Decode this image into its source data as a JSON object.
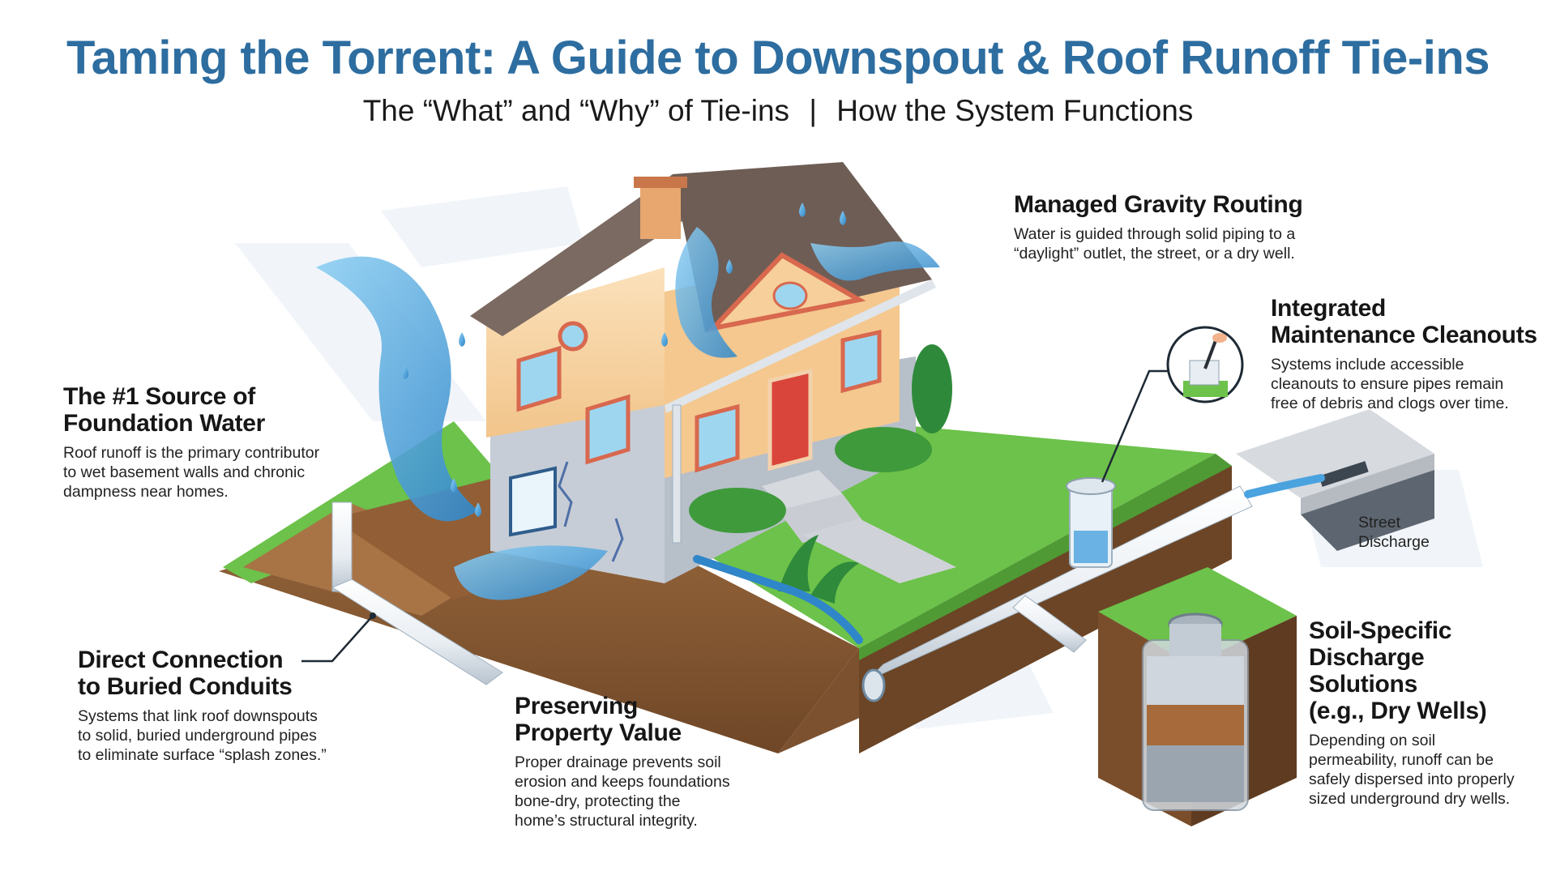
{
  "title": "Taming the Torrent: A Guide to Downspout & Roof Runoff Tie-ins",
  "subtitle": {
    "left": "The “What” and “Why” of Tie-ins",
    "separator": "|",
    "right": "How the System Functions"
  },
  "callouts": {
    "source": {
      "heading": [
        "The #1 Source of",
        "Foundation Water"
      ],
      "body": [
        "Roof runoff is the primary contributor",
        "to wet basement walls and chronic",
        "dampness near homes."
      ]
    },
    "direct": {
      "heading": [
        "Direct Connection",
        "to Buried Conduits"
      ],
      "body": [
        "Systems that link roof downspouts",
        "to solid, buried underground pipes",
        "to eliminate surface “splash zones.”"
      ]
    },
    "preserve": {
      "heading": [
        "Preserving",
        "Property Value"
      ],
      "body": [
        "Proper drainage prevents soil",
        "erosion and keeps foundations",
        "bone-dry, protecting the",
        "home’s structural integrity."
      ]
    },
    "gravity": {
      "heading": [
        "Managed Gravity Routing"
      ],
      "body": [
        "Water is guided through solid piping to a",
        "“daylight” outlet, the street, or a dry well."
      ]
    },
    "cleanout": {
      "heading": [
        "Integrated",
        "Maintenance Cleanouts"
      ],
      "body": [
        "Systems include accessible",
        "cleanouts to ensure pipes remain",
        "free of debris and clogs over time."
      ]
    },
    "soil": {
      "heading": [
        "Soil-Specific",
        "Discharge",
        "Solutions",
        "(e.g., Dry Wells)"
      ],
      "body": [
        "Depending on soil",
        "permeability, runoff can be",
        "safely dispersed into properly",
        "sized underground dry wells."
      ]
    }
  },
  "labels": {
    "street": [
      "Street",
      "Discharge"
    ]
  },
  "colors": {
    "title": "#2d6da0",
    "water": "#4aa3df",
    "grass": "#6cc24a",
    "soil": "#8a5a33",
    "roof": "#7b6a61",
    "wall": "#f6cf9a",
    "pipe": "#f2f5f8"
  }
}
